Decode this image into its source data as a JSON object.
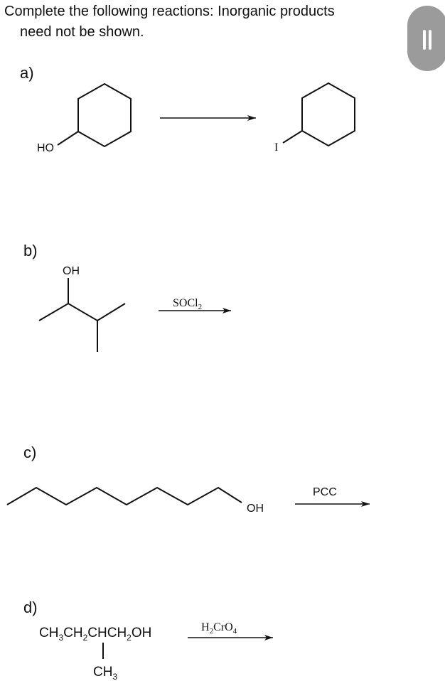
{
  "instructions": {
    "line1": "Complete the following reactions:  Inorganic products",
    "line2": "need not be shown."
  },
  "parts": {
    "a": {
      "label": "a)",
      "reactant_group": "HO",
      "product_group": "I"
    },
    "b": {
      "label": "b)",
      "reactant_group": "OH",
      "reagent": {
        "main": "SOCl",
        "sub": "2"
      }
    },
    "c": {
      "label": "c)",
      "reactant_group": "OH",
      "reagent": "PCC"
    },
    "d": {
      "label": "d)",
      "formula": {
        "p1": "CH",
        "s1": "3",
        "p2": "CH",
        "s2": "2",
        "p3": "CHCH",
        "s3": "2",
        "p4": "OH"
      },
      "branch": {
        "p1": "CH",
        "s1": "3"
      },
      "reagent": {
        "p1": "H",
        "s1": "2",
        "p2": "CrO",
        "s2": "4"
      }
    }
  },
  "ui": {
    "handle_icon": "grip-handle-icon",
    "handle_color": "#9b9b9b"
  }
}
